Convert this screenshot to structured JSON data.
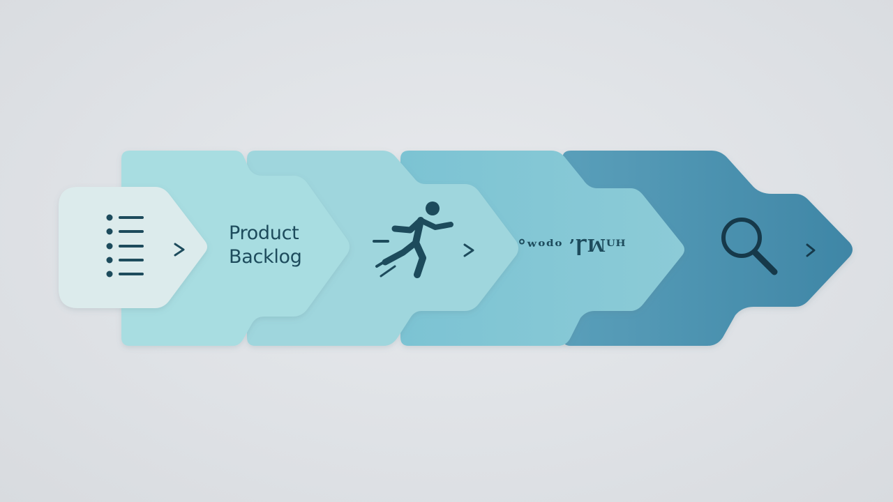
{
  "diagram": {
    "steps": [
      {
        "id": "backlog-list",
        "label": "",
        "icon": "list-icon",
        "color": "#dcebec"
      },
      {
        "id": "product-backlog",
        "label": "Product\nBacklog",
        "label_line1": "Product",
        "label_line2": "Backlog",
        "icon": "",
        "color": "#a7dde1"
      },
      {
        "id": "sprint",
        "label": "",
        "icon": "running-person-icon",
        "color": "#9fd5dc"
      },
      {
        "id": "garbled",
        "label": "°ʷᵒᵈᵒ ’Ꞅꟽᵂᴴ",
        "icon": "",
        "color": "#84c6d4"
      },
      {
        "id": "review",
        "label": "",
        "icon": "magnifier-icon",
        "color": "#4a92b0"
      }
    ],
    "chevron_glyph": "›",
    "colors": {
      "background": "#e1e4e8",
      "ink": "#1d4b5c",
      "first_card": "#dcebec",
      "teal_light": "#a7dde1",
      "teal_mid": "#8bcbd7",
      "blue_dark": "#4a92b0"
    }
  }
}
